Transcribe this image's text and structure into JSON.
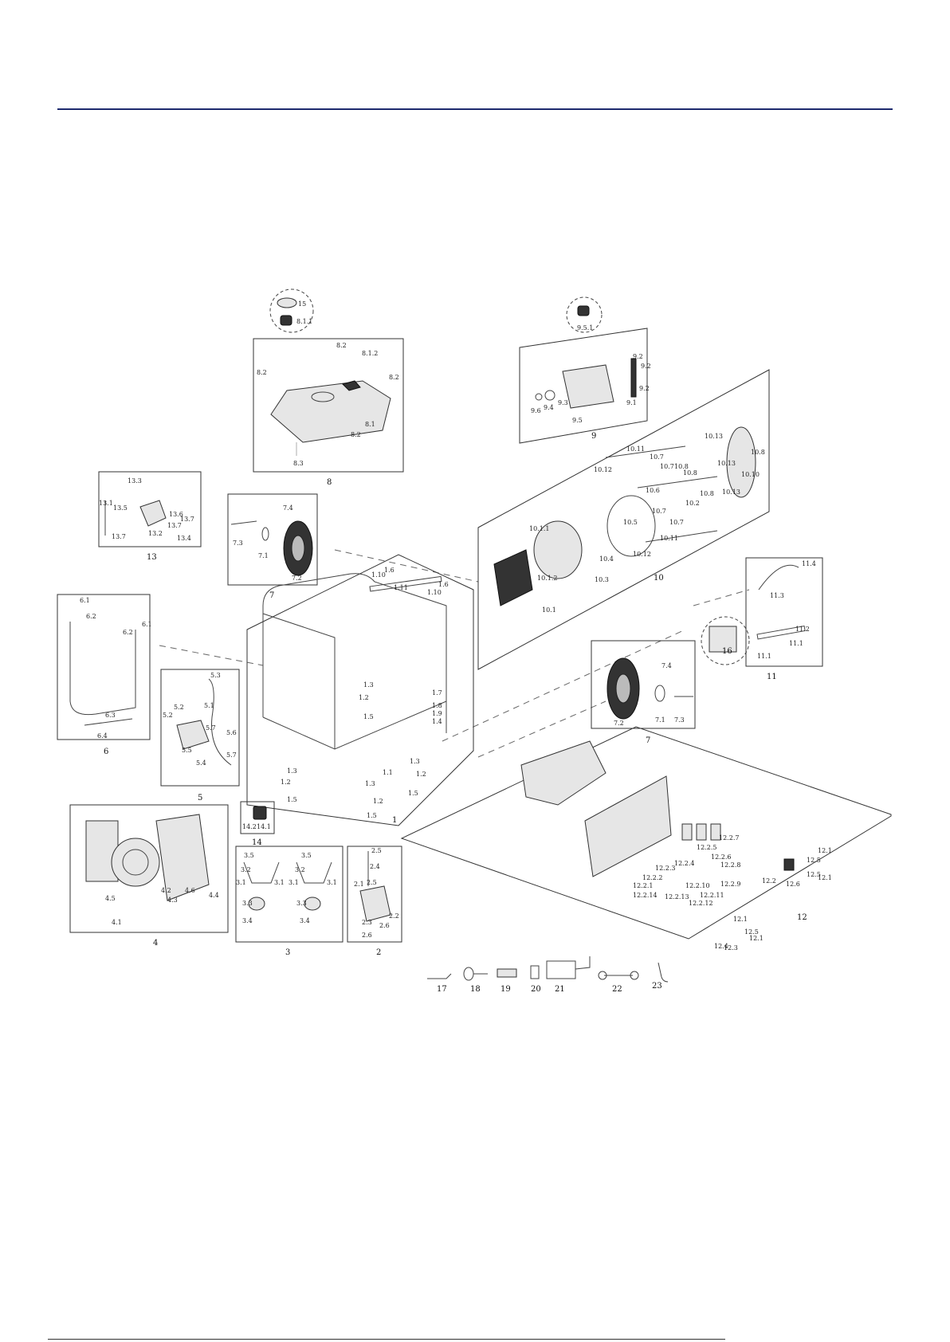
{
  "diagram": {
    "groups": [
      "1",
      "2",
      "3",
      "4",
      "5",
      "6",
      "7",
      "8",
      "9",
      "10",
      "11",
      "12",
      "13",
      "14",
      "15",
      "16",
      "17",
      "18",
      "19",
      "20",
      "21",
      "22",
      "23"
    ],
    "callouts": {
      "g15": [
        "15",
        "8.1.1"
      ],
      "g8": [
        "8.2",
        "8.1.2",
        "8.2",
        "8.2",
        "8.1",
        "8.2",
        "8.3"
      ],
      "g9": [
        "9.5.1",
        "9.2",
        "9.2",
        "9.2",
        "9.6",
        "9.4",
        "9.3",
        "9.5",
        "9.1"
      ],
      "g10": [
        "10.13",
        "10.8",
        "10.11",
        "10.7",
        "10.12",
        "10.7",
        "10.8",
        "10.8",
        "10.13",
        "10.10",
        "10.6",
        "10.8",
        "10.13",
        "10.2",
        "10.5",
        "10.7",
        "10.7",
        "10.11",
        "10.1.1",
        "10.4",
        "10.12",
        "10.3",
        "10.1.2",
        "10.1"
      ],
      "g13": [
        "13.3",
        "13.1",
        "13.5",
        "13.6",
        "13.7",
        "13.7",
        "13.2",
        "13.4",
        "13.7"
      ],
      "g7a": [
        "7.4",
        "7.3",
        "7.1",
        "7.2"
      ],
      "g1": [
        "1.10",
        "1.6",
        "1.11",
        "1.10",
        "1.6",
        "1.3",
        "1.2",
        "1.5",
        "1.7",
        "1.8",
        "1.9",
        "1.4",
        "1.3",
        "1.2",
        "1.5",
        "1.3",
        "1.2",
        "1.5",
        "1.3",
        "1.2",
        "1.5",
        "1.1"
      ],
      "g6": [
        "6.1",
        "6.2",
        "6.2",
        "6.1",
        "6.3",
        "6.4"
      ],
      "g5": [
        "5.3",
        "5.1",
        "5.2",
        "5.2",
        "5.7",
        "5.6",
        "5.5",
        "5.4",
        "5.7"
      ],
      "g11": [
        "11.4",
        "11.3",
        "11.2",
        "11.1",
        "11.1"
      ],
      "g7b": [
        "7.4",
        "7.1",
        "7.3",
        "7.2"
      ],
      "g14": [
        "14.2",
        "14.1"
      ],
      "g4": [
        "4.5",
        "4.1",
        "4.2",
        "4.3",
        "4.6",
        "4.4"
      ],
      "g3": [
        "3.5",
        "3.2",
        "3.1",
        "3.1",
        "3.3",
        "3.4",
        "3.5",
        "3.2",
        "3.1",
        "3.1",
        "3.3",
        "3.4"
      ],
      "g2": [
        "2.5",
        "2.4",
        "2.1",
        "2.5",
        "2.3",
        "2.6",
        "2.6",
        "2.2"
      ],
      "g12": [
        "12.2.7",
        "12.2.5",
        "12.2.6",
        "12.2.8",
        "12.2.4",
        "12.2.3",
        "12.2.2",
        "12.2.1",
        "12.2.14",
        "12.2.13",
        "12.2.10",
        "12.2.11",
        "12.2.12",
        "12.2.9",
        "12.2",
        "12.6",
        "12.1",
        "12.5",
        "12.1",
        "12.5",
        "12.1",
        "12.5",
        "12.1",
        "12.4",
        "12.3"
      ]
    }
  }
}
